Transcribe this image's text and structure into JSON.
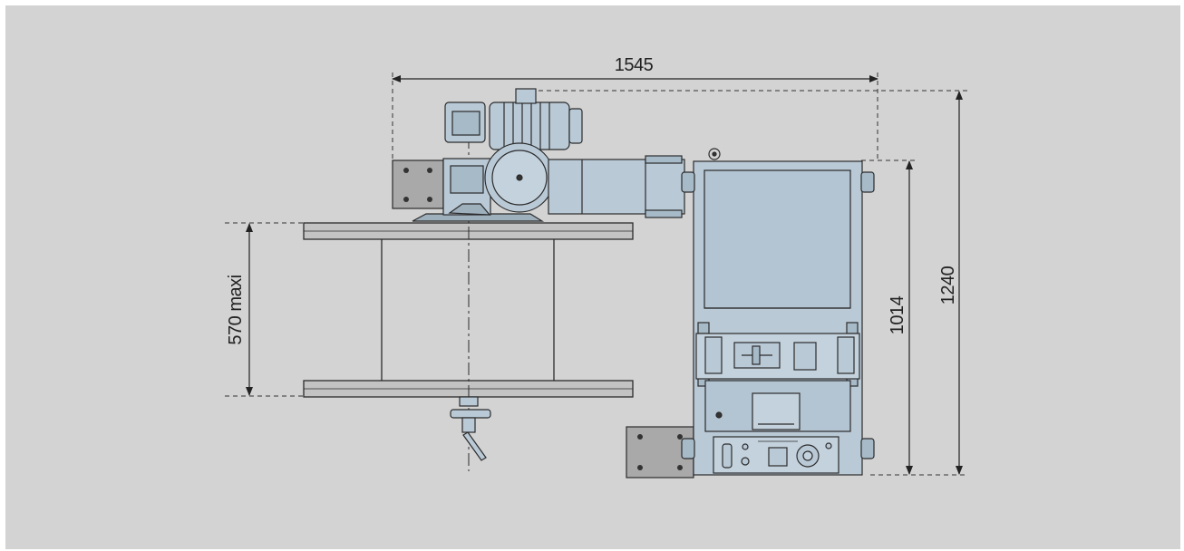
{
  "dimensions": {
    "overall_width": "1545",
    "overall_height": "1240",
    "cabinet_height": "1014",
    "reel_width": "570 maxi"
  },
  "colors": {
    "background": "#d3d3d3",
    "machine_fill": "#b9c9d6",
    "plate_fill": "#a9a9a9",
    "line": "#2b2b2b"
  }
}
